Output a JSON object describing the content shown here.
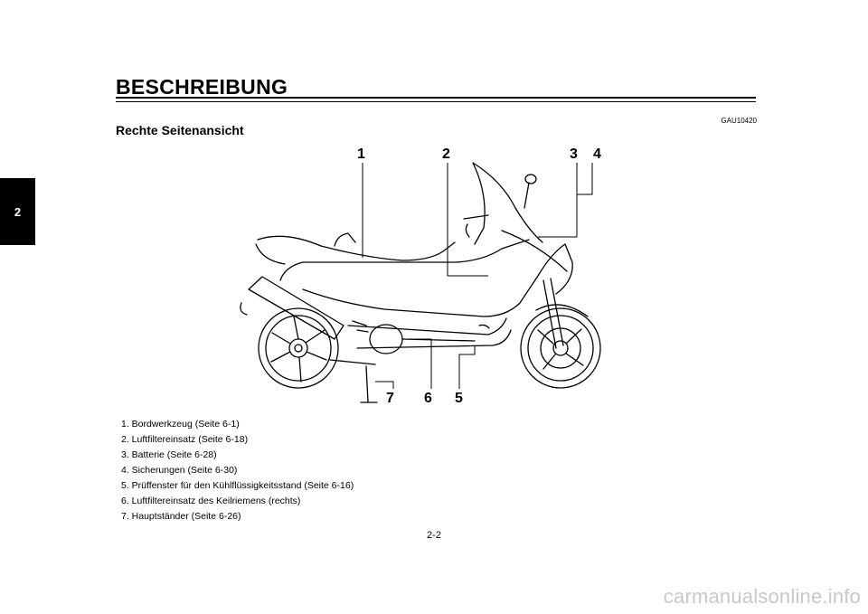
{
  "chapter_tab": "2",
  "header": {
    "title": "BESCHREIBUNG",
    "code": "GAU10420"
  },
  "section_title": "Rechte Seitenansicht",
  "callouts": [
    "1",
    "2",
    "3",
    "4",
    "5",
    "6",
    "7"
  ],
  "items": [
    "1.  Bordwerkzeug (Seite 6-1)",
    "2.  Luftfiltereinsatz (Seite 6-18)",
    "3.  Batterie (Seite 6-28)",
    "4.  Sicherungen (Seite 6-30)",
    "5.  Prüffenster für den Kühlflüssigkeitsstand (Seite 6-16)",
    "6.  Luftfiltereinsatz des Keilriemens (rechts)",
    "7.  Hauptständer (Seite 6-26)"
  ],
  "page_number": "2-2",
  "watermark": "carmanualsonline.info"
}
